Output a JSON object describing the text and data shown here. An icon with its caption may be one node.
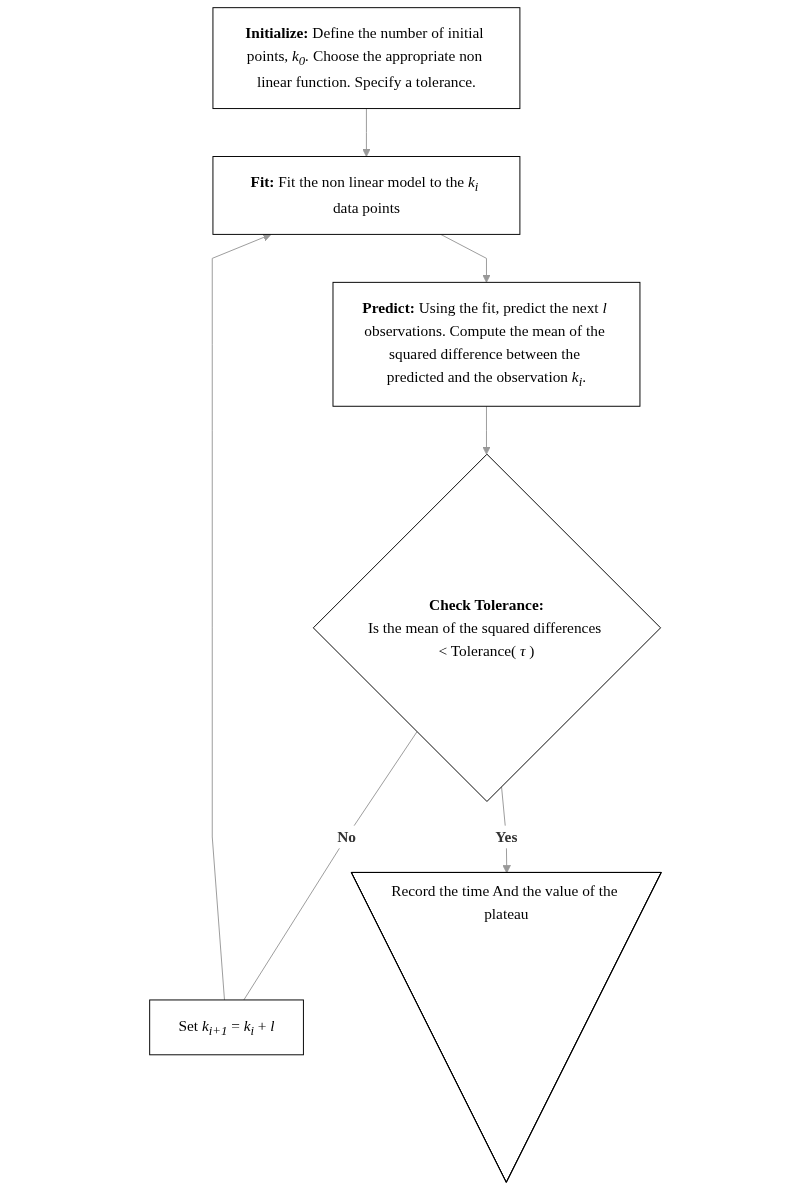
{
  "diagram": {
    "nodes": [
      {
        "text": [
          "**Initialize:** Define the number of initial points, *k$_{0}$.* Choose the appropriate non linear function. Specify a tolerance."
        ]
      },
      {
        "text": [
          "**Fit:** Fit the non linear model to the *k$_{i}$* data points"
        ]
      },
      {
        "text": [
          "**Predict:** Using the fit, predict the next *l* observations. Compute the mean of the squared difference between the predicted and the observation *k$_{i}$*."
        ]
      },
      {
        "text": [
          "Set *k$_{i+1}$* = *k$_{i}$* + *l*"
        ]
      },
      {
        "text": [
          "Check Tolerance:",
          "Is the mean of the squared differences < Tolerance( *τ* )"
        ]
      },
      {
        "text": [
          "Record the time And the value of the plateau"
        ]
      }
    ],
    "edges": [
      {
        "from": 0,
        "to": 1,
        "arrow": "to"
      },
      {
        "from": 1,
        "to": 2,
        "arrow": "to"
      },
      {
        "from": 2,
        "to": 4,
        "arrow": "to"
      },
      {
        "from": 4,
        "to": 3,
        "arrow": "none",
        "label": "No"
      },
      {
        "from": 3,
        "to": 1,
        "arrow": "to"
      },
      {
        "from": 4,
        "to": 5,
        "arrow": "to",
        "label": "Yes"
      }
    ]
  }
}
